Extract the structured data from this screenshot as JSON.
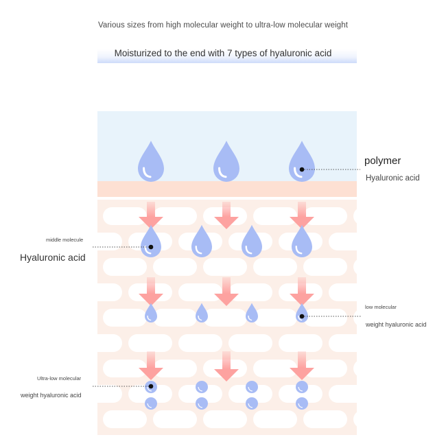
{
  "header": {
    "subtitle": "Various sizes from high molecular weight to ultra-low molecular weight",
    "title": "Moisturized to the end with 7 types of hyaluronic acid"
  },
  "labels": {
    "polymer_line1": "polymer",
    "polymer_line2": "Hyaluronic acid",
    "middle_line1": "middle molecule",
    "middle_line2": "Hyaluronic acid",
    "low_line1": "low molecular",
    "low_line2": "weight hyaluronic acid",
    "ultra_line1": "Ultra-low molecular",
    "ultra_line2": "weight hyaluronic acid"
  },
  "colors": {
    "sky_layer": "#e8f3fb",
    "surface_band": "#fde0d3",
    "skin_layer": "#fcefe8",
    "cell": "#ffffff",
    "arrow": "#fda2a0",
    "drop": "#a8bcf5",
    "drop_highlight": "#ffffff",
    "leader_dot": "#111111"
  }
}
